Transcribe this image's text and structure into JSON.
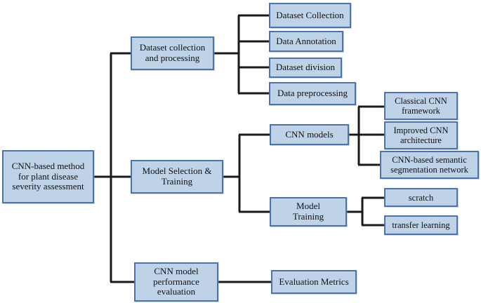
{
  "diagram": {
    "title_node": {
      "id": "root",
      "label": "CNN-based method\nfor plant disease\nseverity assessment"
    },
    "branches": [
      {
        "id": "dataset-collection-and-processing",
        "label": "Dataset collection\nand processing",
        "children": [
          {
            "id": "dataset-collection",
            "label": "Dataset Collection"
          },
          {
            "id": "data-annotation",
            "label": "Data Annotation"
          },
          {
            "id": "dataset-division",
            "label": "Dataset division"
          },
          {
            "id": "data-preprocessing",
            "label": "Data preprocessing"
          }
        ]
      },
      {
        "id": "model-selection-and-training",
        "label": "Model Selection &\nTraining",
        "children": [
          {
            "id": "cnn-models",
            "label": "CNN models",
            "children": [
              {
                "id": "classical-cnn-framework",
                "label": "Classical CNN\nframework"
              },
              {
                "id": "improved-cnn-architecture",
                "label": "Improved CNN\narchitecture"
              },
              {
                "id": "cnn-based-semantic-segmentation-network",
                "label": "CNN-based semantic\nsegmentation network"
              }
            ]
          },
          {
            "id": "model-training",
            "label": "Model\nTraining",
            "children": [
              {
                "id": "scratch",
                "label": "scratch"
              },
              {
                "id": "transfer-learning",
                "label": "transfer learning"
              }
            ]
          }
        ]
      },
      {
        "id": "cnn-model-performance-evaluation",
        "label": "CNN model\nperformance\nevaluation",
        "children": [
          {
            "id": "evaluation-metrics",
            "label": "Evaluation Metrics"
          }
        ]
      }
    ],
    "colors": {
      "node_fill": "#bed2e8",
      "node_border": "#4a74ab",
      "connector": "#1a1a1a",
      "text": "#111111",
      "background": "#ffffff"
    }
  }
}
